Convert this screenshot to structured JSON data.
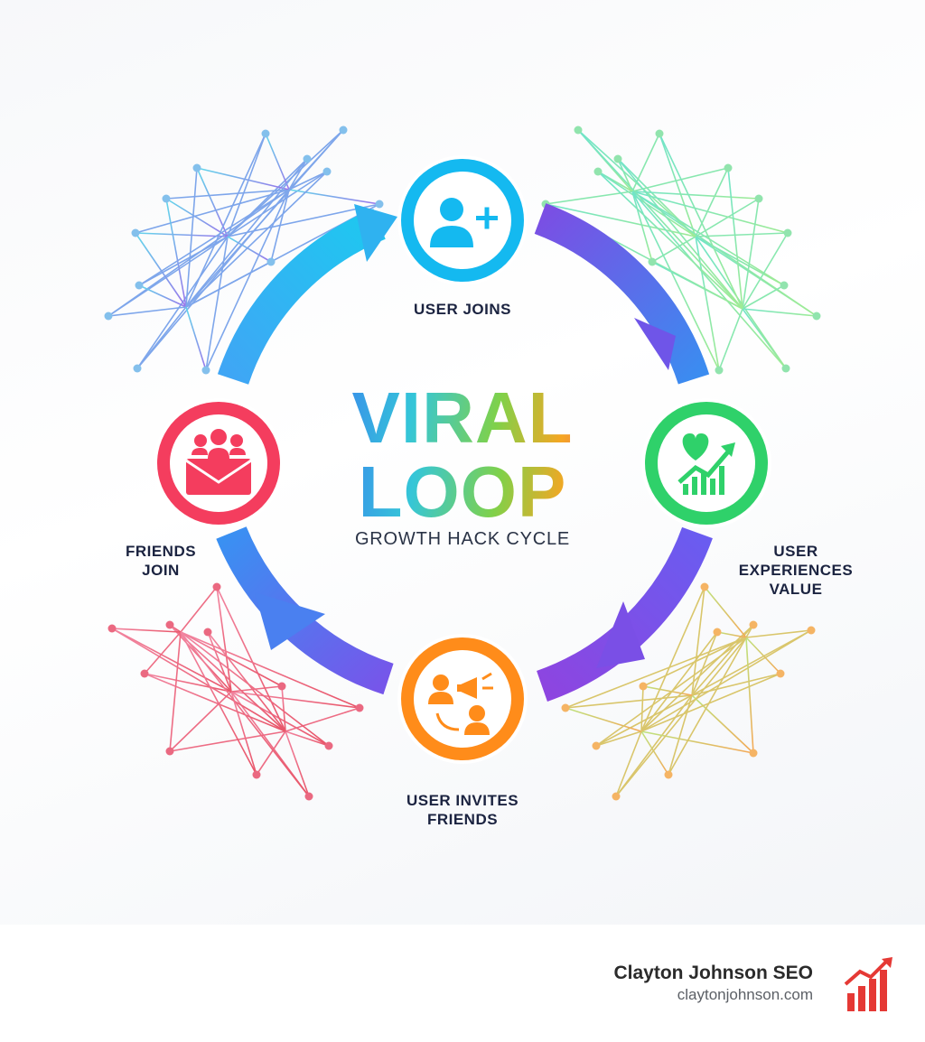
{
  "diagram": {
    "title_line1": "VIRAL",
    "title_line2": "LOOP",
    "subtitle": "GROWTH HACK CYCLE",
    "steps": [
      {
        "label": "USER JOINS",
        "icon": "add-user-icon",
        "color": "#12b8f2"
      },
      {
        "label": "USER\nEXPERIENCES\nVALUE",
        "icon": "heart-growth-chart-icon",
        "color": "#2fd16a"
      },
      {
        "label": "USER INVITES\nFRIENDS",
        "icon": "invite-megaphone-icon",
        "color": "#ff8a1a"
      },
      {
        "label": "FRIENDS\nJOIN",
        "icon": "group-envelope-icon",
        "color": "#f43d5e"
      }
    ],
    "colors": {
      "arrow_blue": "#3a8ff0",
      "arrow_purple": "#7b52e6",
      "network_blue": "#5ac8e6",
      "network_green": "#7fe0a0",
      "network_red": "#f0708a",
      "network_orange": "#f5a84a"
    }
  },
  "footer": {
    "brand_name": "Clayton Johnson SEO",
    "brand_url": "claytonjohnson.com",
    "logo_icon": "bar-chart-growth-icon",
    "logo_color": "#e53935"
  }
}
